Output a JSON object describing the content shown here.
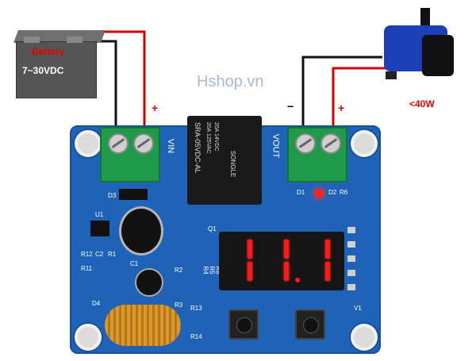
{
  "watermark": "Hshop.vn",
  "battery": {
    "label": "Battery",
    "voltage": "7~30VDC"
  },
  "signs": {
    "plus": "+",
    "minus": "−"
  },
  "pump": {
    "power": "<40W"
  },
  "board": {
    "vin": "VIN",
    "vout": "VOUT",
    "relay_lines": [
      "20A 14VDC",
      "20A 125VAC"
    ],
    "relay_model": "SRA-05VDC-AL",
    "relay_brand": "SONGLE",
    "display_value": "11.1",
    "silkscreen": [
      "D3",
      "D1",
      "D2",
      "R6",
      "U1",
      "R12",
      "C2",
      "R1",
      "R11",
      "C1",
      "R2",
      "R4",
      "R5",
      "R8",
      "D4",
      "R3",
      "R13",
      "R14",
      "Q1",
      "V1"
    ]
  },
  "colors": {
    "wire_red": "#d40000",
    "wire_black": "#111111",
    "pcb": "#1f63b8",
    "terminal": "#1f9a4a",
    "segment": "#ff1a1a"
  },
  "icons": [
    "battery-icon",
    "water-pump-icon",
    "led-indicator-icon",
    "screw-terminal-icon"
  ]
}
